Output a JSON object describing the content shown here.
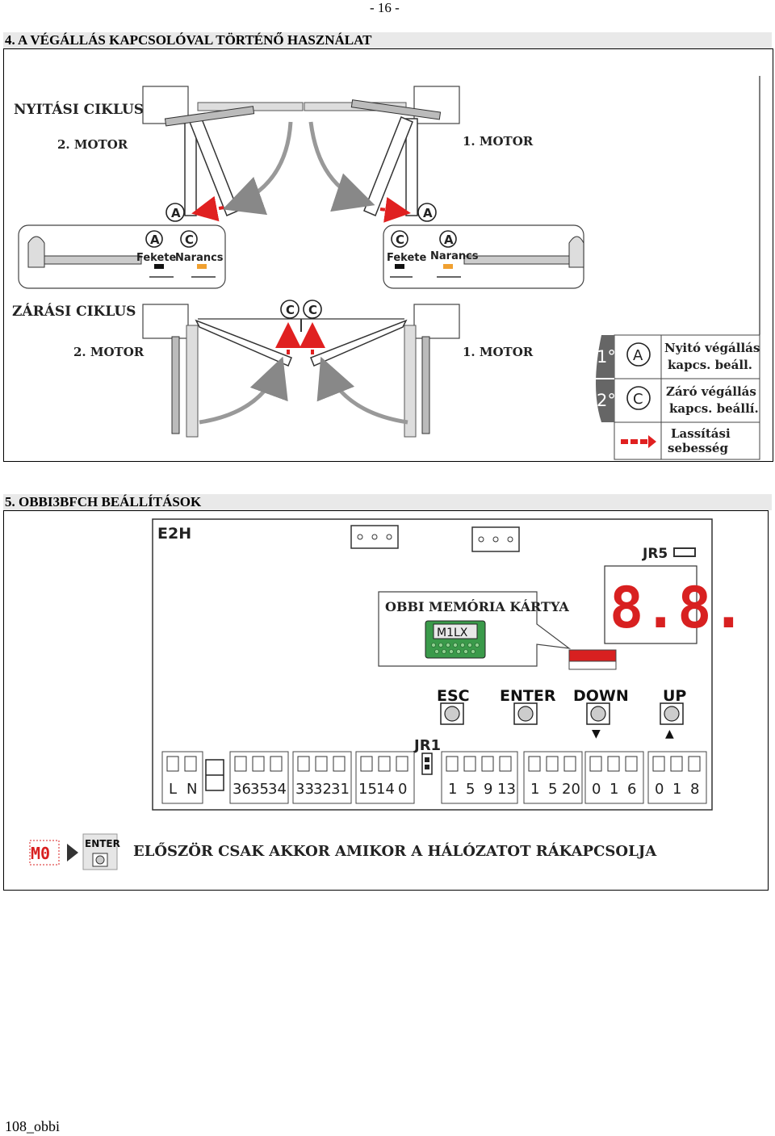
{
  "page_number": "- 16 -",
  "section4": {
    "heading": "4. A VÉGÁLLÁS KAPCSOLÓVAL TÖRTÉNŐ HASZNÁLAT",
    "open_cycle": "NYITÁSI CIKLUS",
    "close_cycle": "ZÁRÁSI CIKLUS",
    "motor2": "2. MOTOR",
    "motor1": "1. MOTOR",
    "letter_a": "A",
    "letter_c": "C",
    "black_label": "Fekete",
    "orange_label": "Narancs",
    "legend": {
      "row1_step": "1°",
      "row1_letter": "A",
      "row1_line1": "Nyitó végállás",
      "row1_line2": "kapcs. beáll.",
      "row2_step": "2°",
      "row2_letter": "C",
      "row2_line1": "Záró végállás",
      "row2_line2": "kapcs. beállí.",
      "row3_line1": "Lassítási",
      "row3_line2": "sebesség"
    },
    "colors": {
      "arrow_red": "#e02020",
      "orange_marker": "#f0a030",
      "legend_step_bg": "#666666"
    }
  },
  "section5": {
    "heading": "5. OBBI3BFCH BEÁLLÍTÁSOK",
    "board_label": "E2H",
    "jr5": "JR5",
    "jr1": "JR1",
    "memory_card_label": "OBBI  MEMÓRIA KÁRTYA",
    "chip_label": "M1LX",
    "display_value": "8.8.",
    "buttons": [
      "ESC",
      "ENTER",
      "DOWN",
      "UP"
    ],
    "down_arrow": "▼",
    "up_arrow": "▲",
    "terminal_groups": [
      [
        "L",
        "N"
      ],
      [
        "36",
        "35",
        "34"
      ],
      [
        "33",
        "32",
        "31"
      ],
      [
        "15",
        "14",
        "0"
      ],
      [
        "1",
        "5",
        "9",
        "13"
      ],
      [
        "1",
        "5",
        "20"
      ],
      [
        "0",
        "1",
        "6"
      ],
      [
        "0",
        "1",
        "8"
      ]
    ],
    "note_display": "M0",
    "note_button": "ENTER",
    "note_text": "ELŐSZÖR CSAK AKKOR   AMIKOR A HÁLÓZATOT RÁKAPCSOLJA",
    "colors": {
      "display_red": "#d82020",
      "chip_green": "#3a9a4a"
    }
  },
  "footer": "108_obbi"
}
